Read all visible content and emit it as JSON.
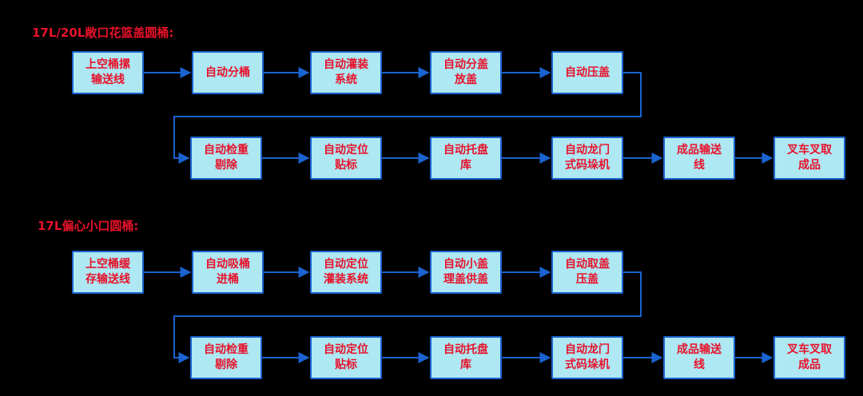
{
  "colors": {
    "background": "#000000",
    "box_fill": "#aee8f2",
    "box_border": "#1a63d0",
    "arrow": "#1a63d0",
    "text_red": "#e8112a"
  },
  "sections": [
    {
      "title": "17L/20L敞口花篮盖圆桶:",
      "rows": [
        {
          "steps": [
            "上空桶摞\n输送线",
            "自动分桶",
            "自动灌装\n系统",
            "自动分盖\n放盖",
            "自动压盖"
          ]
        },
        {
          "steps": [
            "自动检重\n剔除",
            "自动定位\n贴标",
            "自动托盘\n库",
            "自动龙门\n式码垛机",
            "成品输送\n线",
            "叉车叉取\n成品"
          ]
        }
      ]
    },
    {
      "title": "17L偏心小口圆桶:",
      "rows": [
        {
          "steps": [
            "上空桶缓\n存输送线",
            "自动吸桶\n进桶",
            "自动定位\n灌装系统",
            "自动小盖\n理盖供盖",
            "自动取盖\n压盖"
          ]
        },
        {
          "steps": [
            "自动检重\n剔除",
            "自动定位\n贴标",
            "自动托盘\n库",
            "自动龙门\n式码垛机",
            "成品输送\n线",
            "叉车叉取\n成品"
          ]
        }
      ]
    }
  ]
}
